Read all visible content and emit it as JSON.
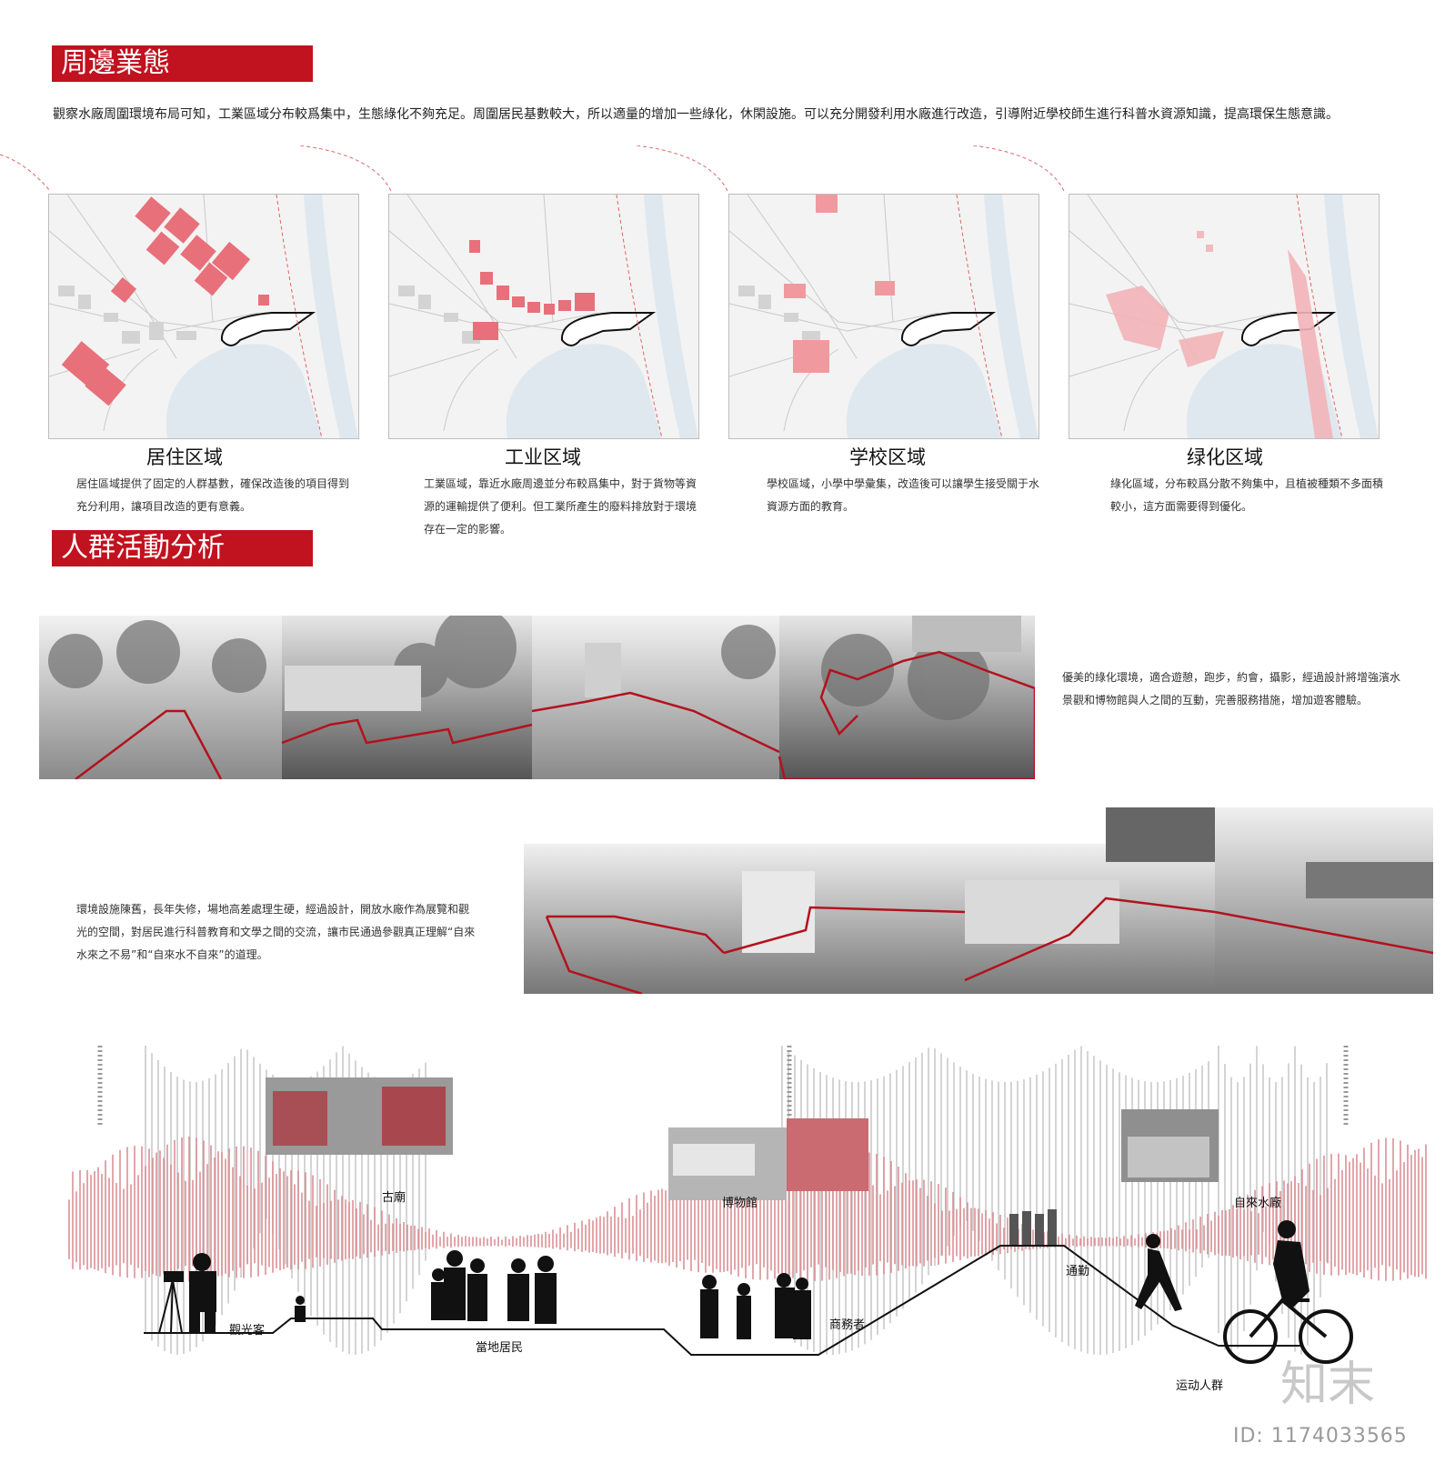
{
  "section1": {
    "title": "周邊業態",
    "intro": "觀察水廠周圍環境布局可知，工業區域分布較爲集中，生態綠化不夠充足。周圍居民基數較大，所以適量的增加一些綠化，休閑設施。可以充分開發利用水廠進行改造，引導附近學校師生進行科普水資源知識，提高環保生態意識。",
    "zones": [
      {
        "title": "居住区域",
        "desc": "居住區域提供了固定的人群基數，確保改造後的項目得到充分利用，讓項目改造的更有意義。"
      },
      {
        "title": "工业区域",
        "desc": "工業區域，靠近水廠周邊並分布較爲集中，對于貨物等資源的運輸提供了便利。但工業所產生的廢料排放對于環境存在一定的影響。"
      },
      {
        "title": "学校区域",
        "desc": "學校區域，小學中學彙集，改造後可以讓學生接受關于水資源方面的教育。"
      },
      {
        "title": "绿化区域",
        "desc": "綠化區域，分布較爲分散不夠集中，且植被種類不多面積較小，這方面需要得到優化。"
      }
    ]
  },
  "section2": {
    "title": "人群活動分析",
    "text_green": "優美的綠化環境，適合遊憩，跑步，約會，攝影，經過設計將增強濱水景觀和博物館與人之間的互動，完善服務措施，增加遊客體驗。",
    "text_facility": "環境設施陳舊，長年失修，場地高差處理生硬，經過設計，開放水廠作為展覽和觀光的空間，對居民進行科普教育和文學之間的交流，讓市民通過參觀真正理解“自來水來之不易”和“自來水不自來”的道理。"
  },
  "section3": {
    "places": [
      "古廟",
      "博物館",
      "自來水廠"
    ],
    "groups": [
      "觀光客",
      "當地居民",
      "商務者",
      "通勤",
      "运动人群"
    ]
  },
  "watermark": {
    "logo": "知末",
    "id": "ID: 1174033565"
  },
  "colors": {
    "accent": "#c1121f",
    "zone_fill": "#e8707a",
    "water": "#dfe8ef",
    "wave": "#d9898f"
  }
}
